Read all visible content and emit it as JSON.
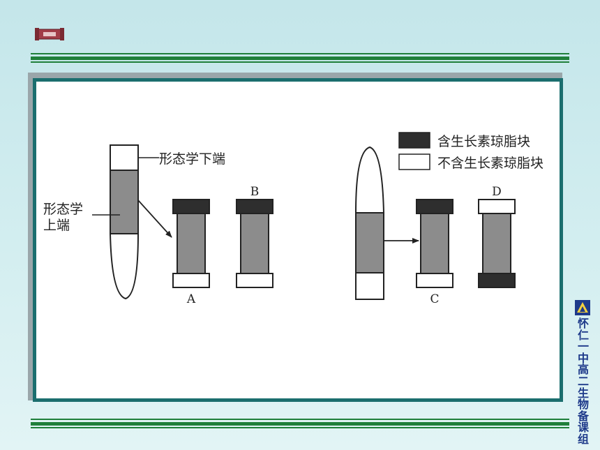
{
  "diagram": {
    "legend": [
      {
        "label": "含生长素琼脂块",
        "fill": "#2e2e2e"
      },
      {
        "label": "不含生长素琼脂块",
        "fill": "#ffffff"
      }
    ],
    "labels": {
      "lower_end": "形态学下端",
      "upper_end_line1": "形态学",
      "upper_end_line2": "上端"
    },
    "blocks": [
      {
        "id": "A",
        "top": "auxin",
        "bottom": "no-auxin"
      },
      {
        "id": "B",
        "top": "auxin",
        "bottom": "no-auxin"
      },
      {
        "id": "C",
        "top": "auxin",
        "bottom": "no-auxin"
      },
      {
        "id": "D",
        "top": "no-auxin",
        "bottom": "auxin"
      }
    ],
    "colors": {
      "segment": "#8c8c8c",
      "auxin": "#2e2e2e",
      "stroke": "#222222"
    }
  },
  "sidebar": {
    "text": "怀仁一中高二生物备课组"
  }
}
